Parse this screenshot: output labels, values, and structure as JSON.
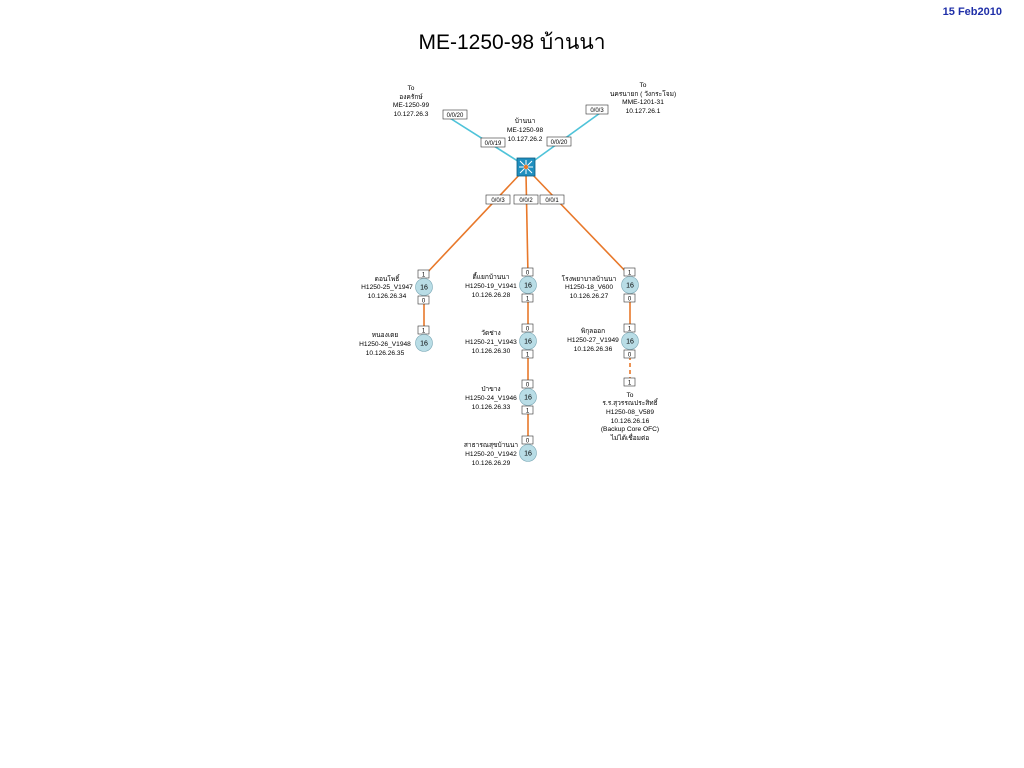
{
  "header": {
    "date": "15 Feb2010",
    "title": "ME-1250-98 บ้านนา"
  },
  "hub": {
    "label": [
      "บ้านนา",
      "ME-1250-98",
      "10.127.26.2"
    ],
    "ports": [
      "0/0/19",
      "0/0/20",
      "0/0/3",
      "0/0/2",
      "0/0/1"
    ]
  },
  "uplinks": [
    {
      "label": [
        "To",
        "องครักษ์",
        "ME-1250-99",
        "10.127.26.3"
      ],
      "remote_port": "0/0/20"
    },
    {
      "label": [
        "To",
        "นครนายก ( วังกระโจม)",
        "MME-1201-31",
        "10.127.26.1"
      ],
      "remote_port": "0/0/3"
    }
  ],
  "node_number": "16",
  "chains": [
    {
      "nodes": [
        {
          "label": [
            "ดอนโพธิ์",
            "H1250-25_V1947",
            "10.126.26.34"
          ],
          "port_in": "1",
          "port_out": "0"
        },
        {
          "label": [
            "หนองเตย",
            "H1250-26_V1948",
            "10.126.26.35"
          ],
          "port_in": "1",
          "port_out": ""
        }
      ]
    },
    {
      "nodes": [
        {
          "label": [
            "ตี้แยกบ้านนา",
            "H1250-19_V1941",
            "10.126.26.28"
          ],
          "port_in": "0",
          "port_out": "1"
        },
        {
          "label": [
            "วัดช่าง",
            "H1250-21_V1943",
            "10.126.26.30"
          ],
          "port_in": "0",
          "port_out": "1"
        },
        {
          "label": [
            "ป่าขาง",
            "H1250-24_V1946",
            "10.126.26.33"
          ],
          "port_in": "0",
          "port_out": "1"
        },
        {
          "label": [
            "สาธารณสุขบ้านนา",
            "H1250-20_V1942",
            "10.126.26.29"
          ],
          "port_in": "0",
          "port_out": ""
        }
      ]
    },
    {
      "nodes": [
        {
          "label": [
            "โรงพยาบาลบ้านนา",
            "H1250-18_V600",
            "10.126.26.27"
          ],
          "port_in": "1",
          "port_out": "0"
        },
        {
          "label": [
            "พิกุลออก",
            "H1250-27_V1949",
            "10.126.26.36"
          ],
          "port_in": "1",
          "port_out": "0"
        }
      ],
      "backup": {
        "port": "1",
        "label": [
          "To",
          "ร.ร.สุวรรณประสิทธิ์",
          "H1250-08_V589",
          "10.126.26.16",
          "(Backup Core OFC)",
          "ไม่ได้เชื่อมต่อ"
        ]
      }
    }
  ],
  "colors": {
    "uplink": "#4fc3d9",
    "downlink": "#e8782a",
    "hub_fill": "#1f8fbf"
  }
}
